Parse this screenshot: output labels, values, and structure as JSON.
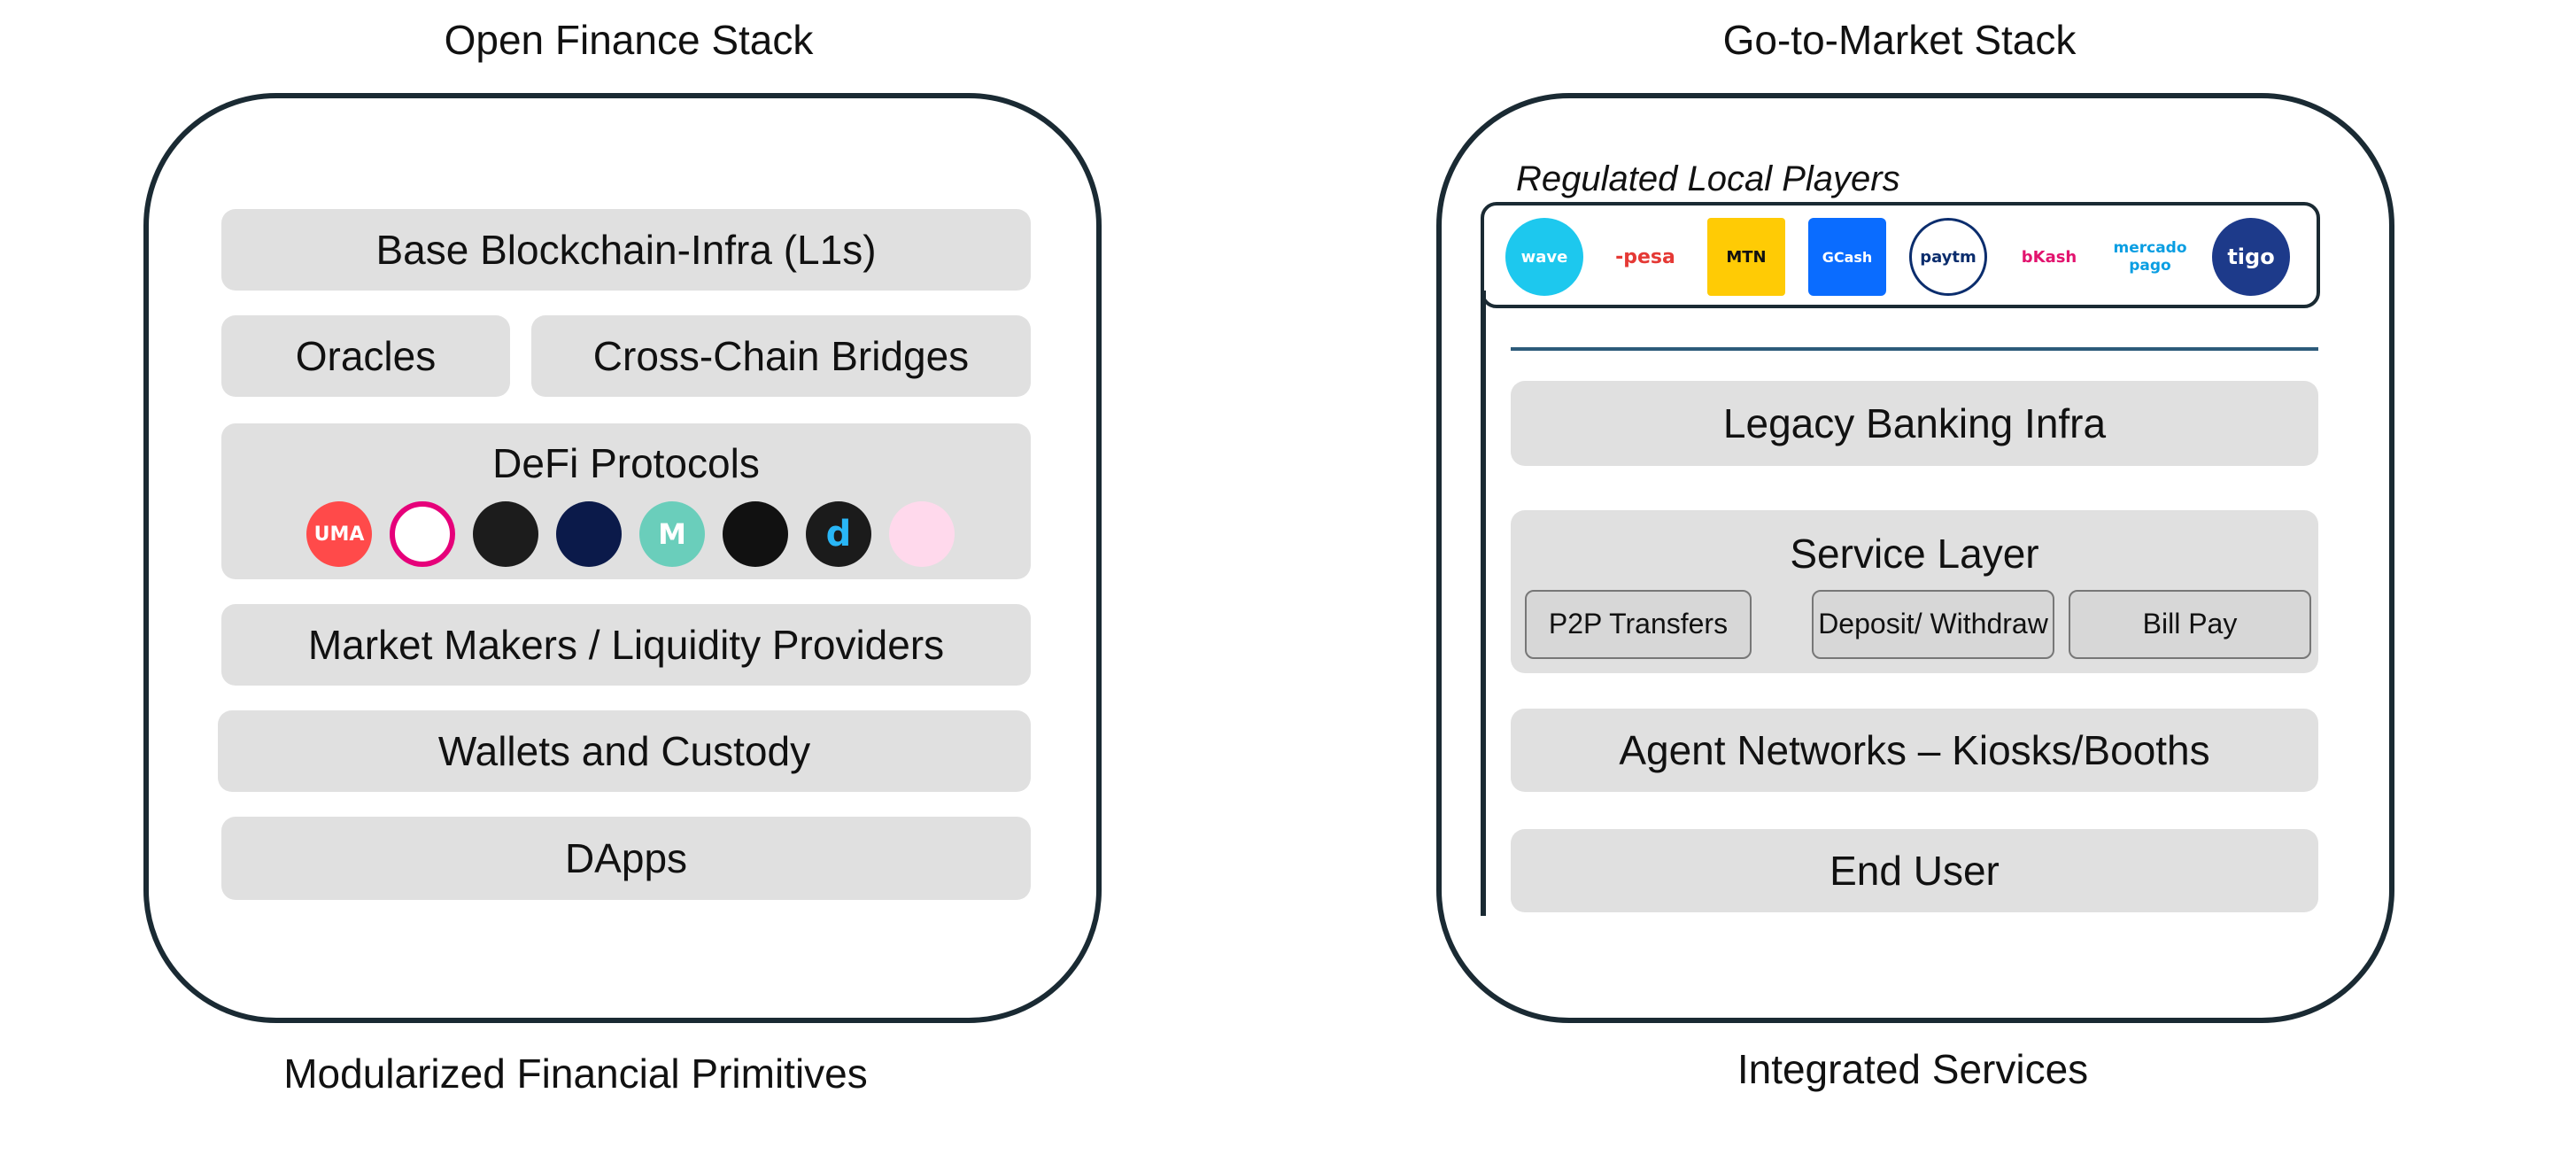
{
  "left": {
    "title": "Open Finance Stack",
    "caption": "Modularized Financial Primitives",
    "layers": {
      "base": "Base Blockchain-Infra (L1s)",
      "oracles": "Oracles",
      "bridges": "Cross-Chain Bridges",
      "defi": "DeFi Protocols",
      "market_makers": "Market Makers / Liquidity Providers",
      "wallets": "Wallets and Custody",
      "dapps": "DApps"
    },
    "defi_logos": [
      {
        "icon": "uma-logo-icon",
        "text": "UMA",
        "color": "#ff4a4a"
      },
      {
        "icon": "polkadot-logo-icon",
        "text": "",
        "color": "#e6007a"
      },
      {
        "icon": "dydx-style-logo-icon",
        "text": "",
        "color": "#1c1c1c"
      },
      {
        "icon": "synthetix-logo-icon",
        "text": "",
        "color": "#0b1a4a"
      },
      {
        "icon": "maker-logo-icon",
        "text": "M",
        "color": "#6acebb"
      },
      {
        "icon": "compound-logo-icon",
        "text": "",
        "color": "#111111"
      },
      {
        "icon": "dhedge-logo-icon",
        "text": "d",
        "color": "#1b1b1b"
      },
      {
        "icon": "uniswap-logo-icon",
        "text": "",
        "color": "#ffd9ec"
      }
    ]
  },
  "right": {
    "title": "Go-to-Market Stack",
    "caption": "Integrated Services",
    "players_label": "Regulated Local Players",
    "players": [
      {
        "icon": "wave-logo-icon",
        "text": "wave",
        "color": "#1dc8ee"
      },
      {
        "icon": "mpesa-logo-icon",
        "text": "-pesa",
        "color": "#e53935"
      },
      {
        "icon": "mtn-logo-icon",
        "text": "MTN",
        "color": "#ffcb05"
      },
      {
        "icon": "gcash-logo-icon",
        "text": "GCash",
        "color": "#0a6cff"
      },
      {
        "icon": "paytm-logo-icon",
        "text": "paytm",
        "color": "#0b2d6d"
      },
      {
        "icon": "bkash-logo-icon",
        "text": "bKash",
        "color": "#e2136e"
      },
      {
        "icon": "mercadopago-logo-icon",
        "text": "mercado pago",
        "color": "#0a9ee2"
      },
      {
        "icon": "tigo-logo-icon",
        "text": "tigo",
        "color": "#1d3a8a"
      }
    ],
    "layers": {
      "legacy": "Legacy Banking Infra",
      "service": "Service Layer",
      "p2p": "P2P Transfers",
      "deposit": "Deposit/ Withdraw",
      "billpay": "Bill Pay",
      "agents": "Agent Networks – Kiosks/Booths",
      "end_user": "End User"
    }
  },
  "colors": {
    "frame": "#1a2a33",
    "layer_bg": "#e0e0e0",
    "divider": "#2d5b7a"
  }
}
